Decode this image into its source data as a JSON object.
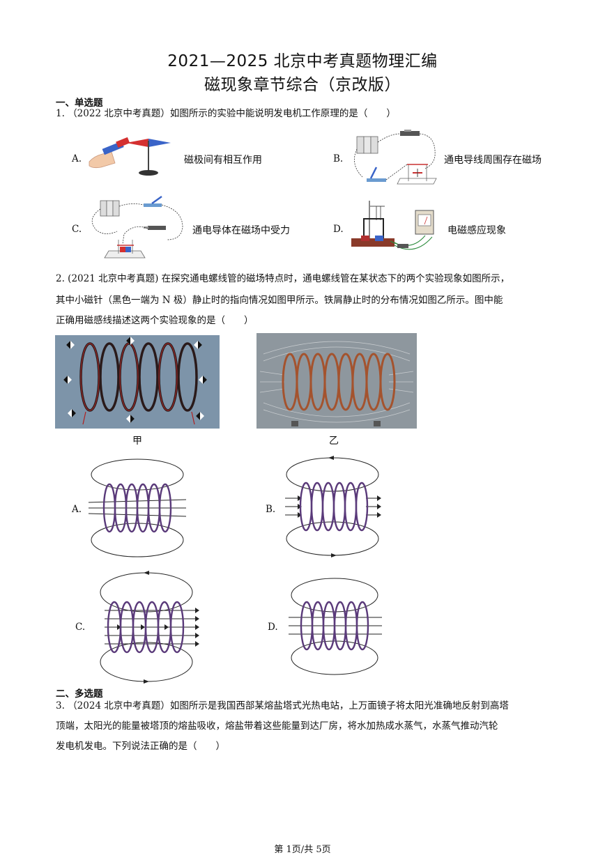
{
  "header": {
    "title_line1": "2021—2025 北京中考真题物理汇编",
    "title_line2": "磁现象章节综合（京改版）"
  },
  "section1": {
    "heading": "一、单选题"
  },
  "q1": {
    "stem": "1. （2022 北京中考真题）如图所示的实验中能说明发电机工作原理的是（　　）",
    "options": [
      {
        "letter": "A.",
        "text": "磁极间有相互作用"
      },
      {
        "letter": "B.",
        "text": "通电导线周围存在磁场"
      },
      {
        "letter": "C.",
        "text": "通电导体在磁场中受力"
      },
      {
        "letter": "D.",
        "text": "电磁感应现象"
      }
    ]
  },
  "q2": {
    "stem_line1": "2. (2021 北京中考真题) 在探究通电螺线管的磁场特点时，通电螺线管在某状态下的两个实验现象如图所示，",
    "stem_line2": "其中小磁针（黑色一端为 N 极）静止时的指向情况如图甲所示。铁屑静止时的分布情况如图乙所示。图中能",
    "stem_line3": "正确用磁感线描述这两个实验现象的是（　　）",
    "photo_labels": [
      "甲",
      "乙"
    ],
    "options": [
      "A.",
      "B.",
      "C.",
      "D."
    ]
  },
  "section2": {
    "heading": "二、多选题"
  },
  "q3": {
    "stem_line1": "3. （2024 北京中考真题）如图所示是我国西部某熔盐塔式光热电站，上万面镜子将太阳光准确地反射到高塔",
    "stem_line2": "顶端，太阳光的能量被塔顶的熔盐吸收，熔盐带着这些能量到达厂房，将水加热成水蒸气，水蒸气推动汽轮",
    "stem_line3": "发电机发电。下列说法正确的是（　　）"
  },
  "footer": {
    "page": "第 1页/共 5页"
  }
}
